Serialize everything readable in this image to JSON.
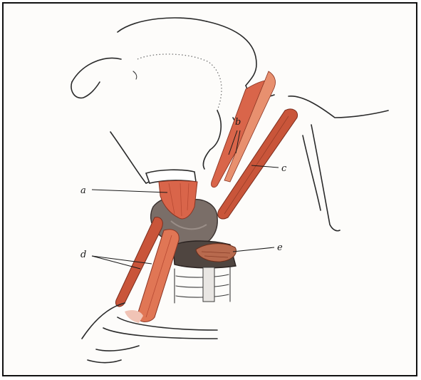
{
  "figure": {
    "labels": {
      "a": "a",
      "b": "b",
      "c": "c",
      "d": "d",
      "e": "e"
    }
  },
  "colors": {
    "muscle": "#d9654a",
    "muscle_dark": "#b84a33",
    "muscle_light": "#e8906f",
    "cartilage": "#7a6e68",
    "cartilage_dark": "#4f4540",
    "outline": "#2a2a2a"
  }
}
